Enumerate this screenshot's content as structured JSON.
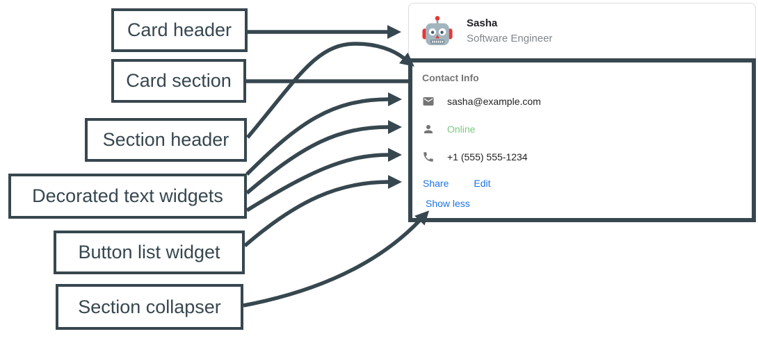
{
  "colors": {
    "annotation": "#37474F",
    "link": "#1A73E8",
    "online": "#7BC67E",
    "muted": "#757575",
    "text": "#202124",
    "card-border": "#DADCE0"
  },
  "annotations": [
    {
      "label": "Card header"
    },
    {
      "label": "Card section"
    },
    {
      "label": "Section header"
    },
    {
      "label": "Decorated text widgets"
    },
    {
      "label": "Button list widget"
    },
    {
      "label": "Section collapser"
    }
  ],
  "card": {
    "header": {
      "avatar_icon": "robot-avatar",
      "name": "Sasha",
      "role": "Software Engineer"
    },
    "section": {
      "title": "Contact Info",
      "rows": [
        {
          "icon": "mail-icon",
          "text": "sasha@example.com"
        },
        {
          "icon": "person-icon",
          "text": "Online",
          "status_color": "#7BC67E"
        },
        {
          "icon": "phone-icon",
          "text": "+1 (555) 555-1234"
        }
      ],
      "buttons": [
        {
          "label": "Share"
        },
        {
          "label": "Edit"
        }
      ],
      "collapser_label": "Show less"
    }
  }
}
